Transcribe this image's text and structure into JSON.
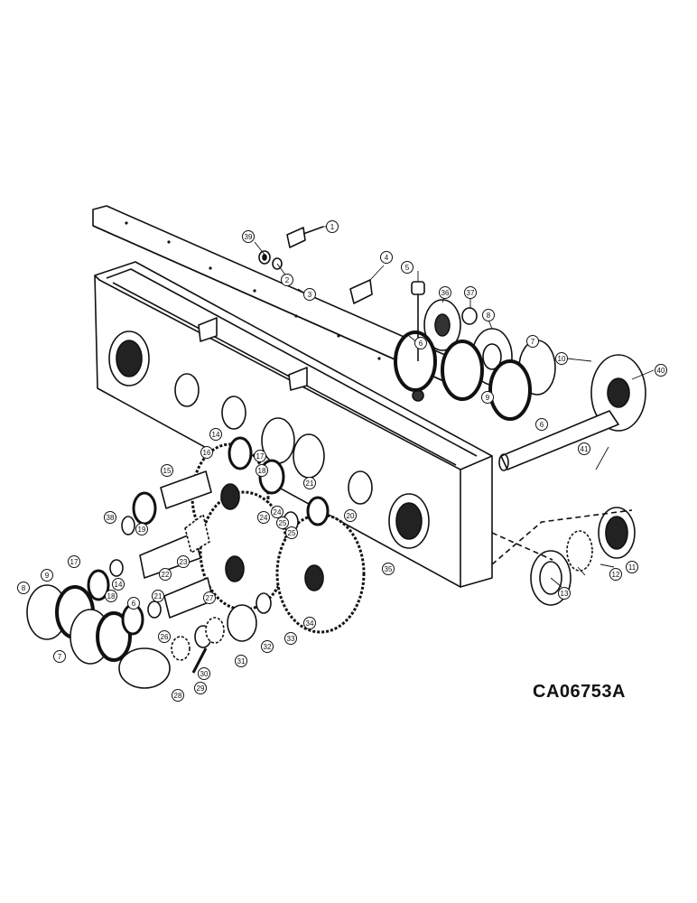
{
  "drawing_code": "CA06753A",
  "callouts": [
    "1",
    "2",
    "3",
    "4",
    "5",
    "6",
    "7",
    "8",
    "9",
    "10",
    "11",
    "12",
    "13",
    "14",
    "15",
    "16",
    "17",
    "18",
    "19",
    "20",
    "21",
    "22",
    "23",
    "24",
    "25",
    "26",
    "27",
    "28",
    "29",
    "30",
    "31",
    "32",
    "33",
    "34",
    "35",
    "36",
    "37",
    "38",
    "39",
    "40",
    "41",
    "6",
    "7",
    "8",
    "9",
    "6",
    "17",
    "18",
    "21",
    "14",
    "24",
    "25"
  ]
}
